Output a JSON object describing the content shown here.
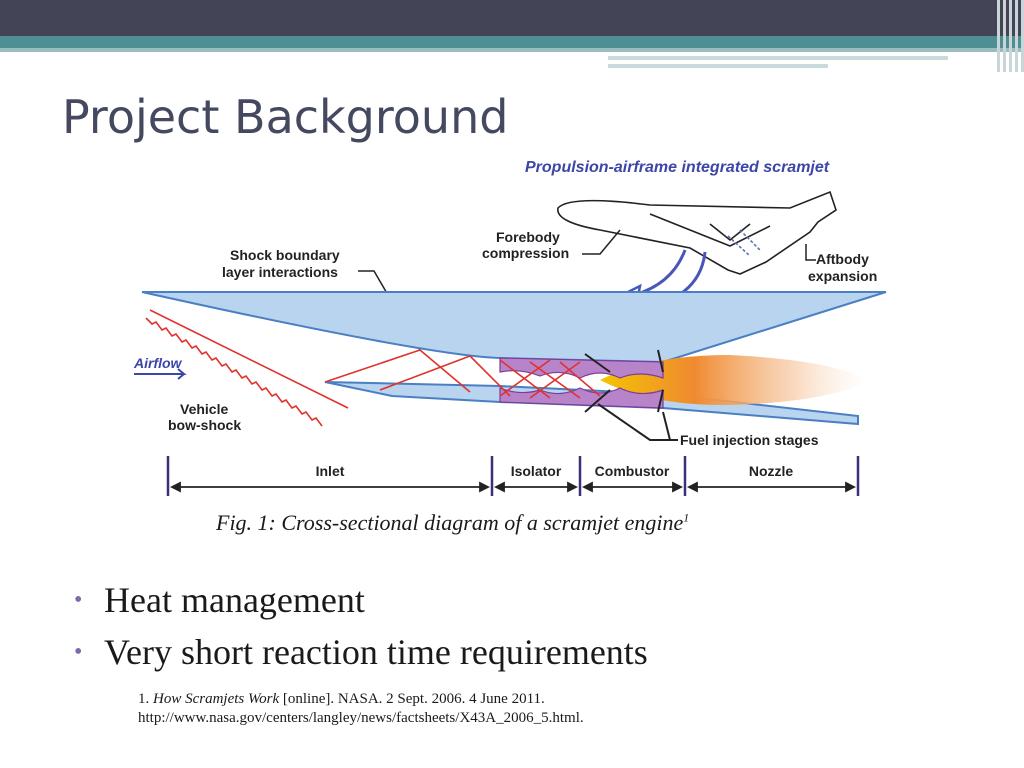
{
  "slide": {
    "title": "Project Background"
  },
  "diagram": {
    "heading": "Propulsion-airframe integrated scramjet",
    "labels": {
      "shock_1": "Shock boundary",
      "shock_2": "layer interactions",
      "forebody_1": "Forebody",
      "forebody_2": "compression",
      "aftbody_1": "Aftbody",
      "aftbody_2": "expansion",
      "airflow": "Airflow",
      "vehicle_1": "Vehicle",
      "vehicle_2": "bow-shock",
      "fuel": "Fuel injection stages"
    },
    "sections": [
      "Inlet",
      "Isolator",
      "Combustor",
      "Nozzle"
    ]
  },
  "caption": {
    "text": "Fig. 1: Cross-sectional diagram of a scramjet engine",
    "sup": "1"
  },
  "bullets": [
    "Heat management",
    "Very short reaction time requirements"
  ],
  "reference": {
    "num": "1.",
    "title": "How Scramjets Work",
    "rest": " [online]. NASA. 2 Sept. 2006. 4 June 2011.",
    "url": "http://www.nasa.gov/centers/langley/news/factsheets/X43A_2006_5.html."
  },
  "colors": {
    "topbar": "#434456",
    "accent_teal": "#4f8f93",
    "title_text": "#44495f",
    "bullet_dot": "#7e6aa8",
    "duct_fill": "#b8d4ee",
    "duct_stroke": "#4a7fc4",
    "shock_red": "#e0322d",
    "heading_blue": "#3b46a8"
  }
}
